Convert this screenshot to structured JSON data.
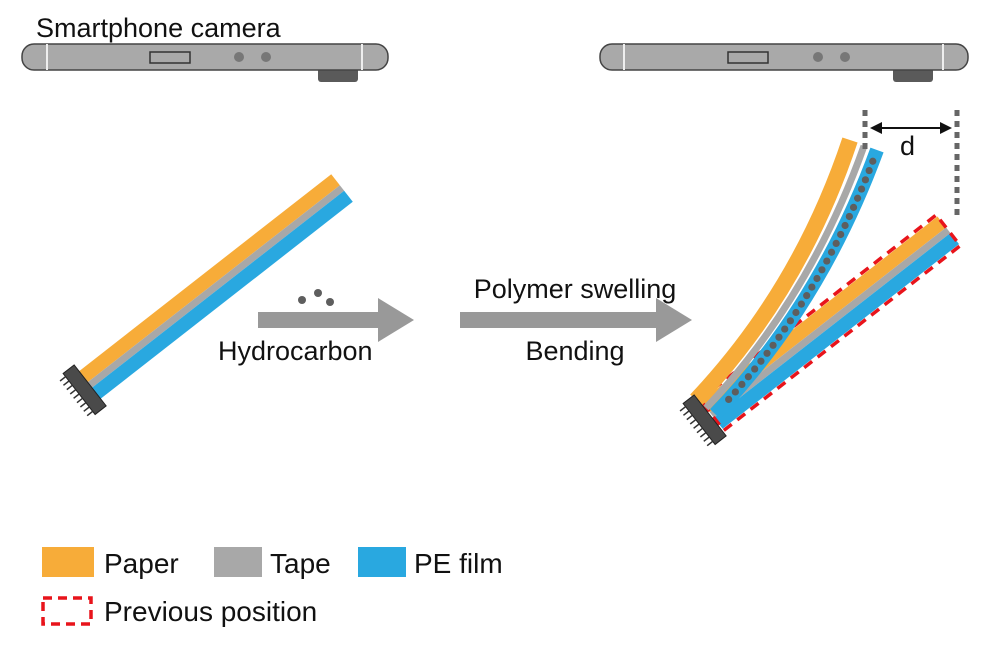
{
  "title": "Smartphone camera",
  "arrows": {
    "hydrocarbon_label": "Hydrocarbon",
    "swelling_label": "Polymer swelling",
    "bending_label": "Bending"
  },
  "distance_label": "d",
  "legend": {
    "items": [
      {
        "label": "Paper",
        "color": "#F7AC39"
      },
      {
        "label": "Tape",
        "color": "#A8A8A8"
      },
      {
        "label": "PE film",
        "color": "#29A8E0"
      }
    ],
    "previous_position": {
      "label": "Previous position",
      "color": "#E8141B"
    }
  },
  "colors": {
    "phone": "#A9A9A9",
    "chip": "#4A4A4A",
    "arrow": "#999999",
    "dots": "#5E5E5E"
  }
}
